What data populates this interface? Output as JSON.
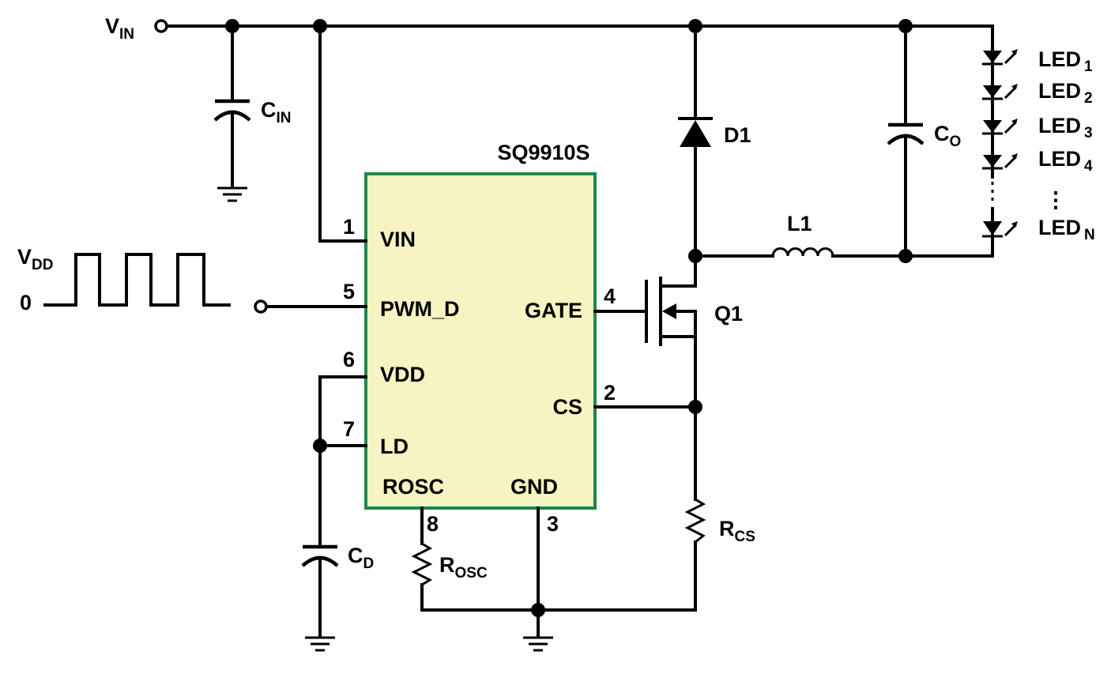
{
  "ic": {
    "name": "SQ9910S",
    "fill_color": "#f7f3c2",
    "border_color": "#1a8a4a",
    "pins": {
      "vin": {
        "number": "1",
        "label": "VIN"
      },
      "cs": {
        "number": "2",
        "label": "CS"
      },
      "gnd": {
        "number": "3",
        "label": "GND"
      },
      "gate": {
        "number": "4",
        "label": "GATE"
      },
      "pwm": {
        "number": "5",
        "label": "PWM_D"
      },
      "vdd": {
        "number": "6",
        "label": "VDD"
      },
      "ld": {
        "number": "7",
        "label": "LD"
      },
      "rosc": {
        "number": "8",
        "label": "ROSC"
      }
    }
  },
  "input": {
    "label": "V",
    "sub": "IN"
  },
  "pwm_signal": {
    "high_label": "V",
    "high_sub": "DD",
    "low_label": "0"
  },
  "components": {
    "cin": {
      "label": "C",
      "sub": "IN"
    },
    "cd": {
      "label": "C",
      "sub": "D"
    },
    "rosc": {
      "label": "R",
      "sub": "OSC"
    },
    "rcs": {
      "label": "R",
      "sub": "CS"
    },
    "d1": {
      "label": "D1"
    },
    "q1": {
      "label": "Q1"
    },
    "l1": {
      "label": "L1"
    },
    "co": {
      "label": "C",
      "sub": "O"
    }
  },
  "leds": [
    {
      "label": "LED",
      "sub": "1"
    },
    {
      "label": "LED",
      "sub": "2"
    },
    {
      "label": "LED",
      "sub": "3"
    },
    {
      "label": "LED",
      "sub": "4"
    },
    {
      "label": "LED",
      "sub": "N"
    }
  ],
  "led_ellipsis": "⋮"
}
